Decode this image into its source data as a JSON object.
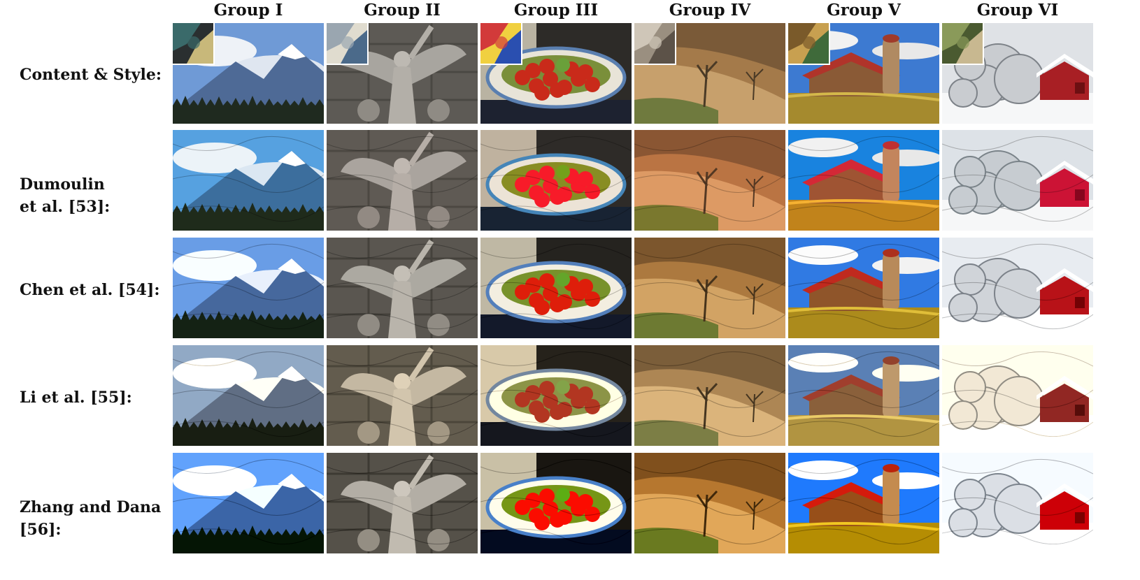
{
  "groups": [
    "Group I",
    "Group II",
    "Group III",
    "Group IV",
    "Group V",
    "Group VI"
  ],
  "rows": [
    {
      "label_lines": [
        "Content & Style:"
      ]
    },
    {
      "label_lines": [
        "Dumoulin",
        "et al. [53]:"
      ]
    },
    {
      "label_lines": [
        "Chen et al. [54]:"
      ]
    },
    {
      "label_lines": [
        "Li et al. [55]:"
      ]
    },
    {
      "label_lines": [
        "Zhang and Dana",
        "[56]:"
      ]
    }
  ],
  "scenes": [
    "mountain",
    "angel",
    "fruit",
    "desert",
    "barn",
    "snow"
  ]
}
